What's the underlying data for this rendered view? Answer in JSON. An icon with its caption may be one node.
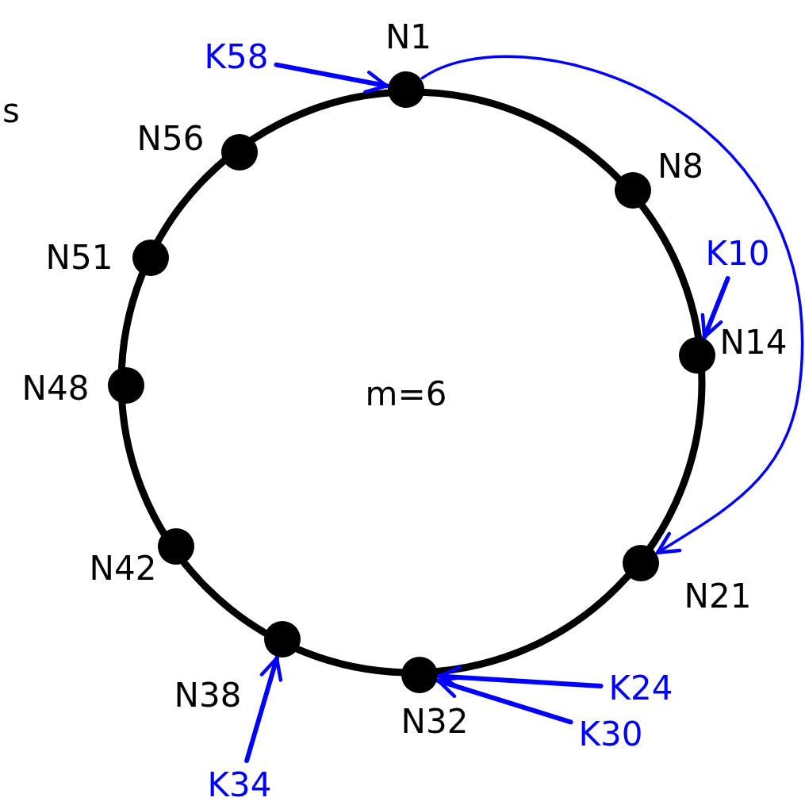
{
  "diagram": {
    "nodes": [
      {
        "text": [],
        "shape": "circle",
        "beside": [
          "N1"
        ]
      },
      {
        "text": [],
        "shape": "circle",
        "beside": [
          "N8"
        ]
      },
      {
        "text": [],
        "shape": "circle",
        "beside": [
          "N14"
        ]
      },
      {
        "text": [],
        "shape": "circle",
        "beside": [
          "N21"
        ]
      },
      {
        "text": [],
        "shape": "circle",
        "beside": [
          "N32"
        ]
      },
      {
        "text": [],
        "shape": "circle",
        "beside": [
          "N38"
        ]
      },
      {
        "text": [],
        "shape": "circle",
        "beside": [
          "N42"
        ]
      },
      {
        "text": [],
        "shape": "circle",
        "beside": [
          "N48"
        ]
      },
      {
        "text": [],
        "shape": "circle",
        "beside": [
          "N51"
        ]
      },
      {
        "text": [],
        "shape": "circle",
        "beside": [
          "N56"
        ]
      },
      {
        "text": [
          "K58"
        ]
      },
      {
        "text": [
          "K10"
        ]
      },
      {
        "text": [
          "K24"
        ]
      },
      {
        "text": [
          "K30"
        ]
      },
      {
        "text": [
          "K34"
        ]
      }
    ],
    "edges": [
      {
        "from": 10,
        "to": 0,
        "arrow": "to"
      },
      {
        "from": 11,
        "to": 2,
        "arrow": "to"
      },
      {
        "from": 12,
        "to": 4,
        "arrow": "to"
      },
      {
        "from": 13,
        "to": 4,
        "arrow": "to"
      },
      {
        "from": 14,
        "to": 5,
        "arrow": "to"
      },
      {
        "from": 0,
        "to": 3,
        "arrow": "to"
      }
    ],
    "labels": [
      "s",
      "m=6"
    ]
  }
}
